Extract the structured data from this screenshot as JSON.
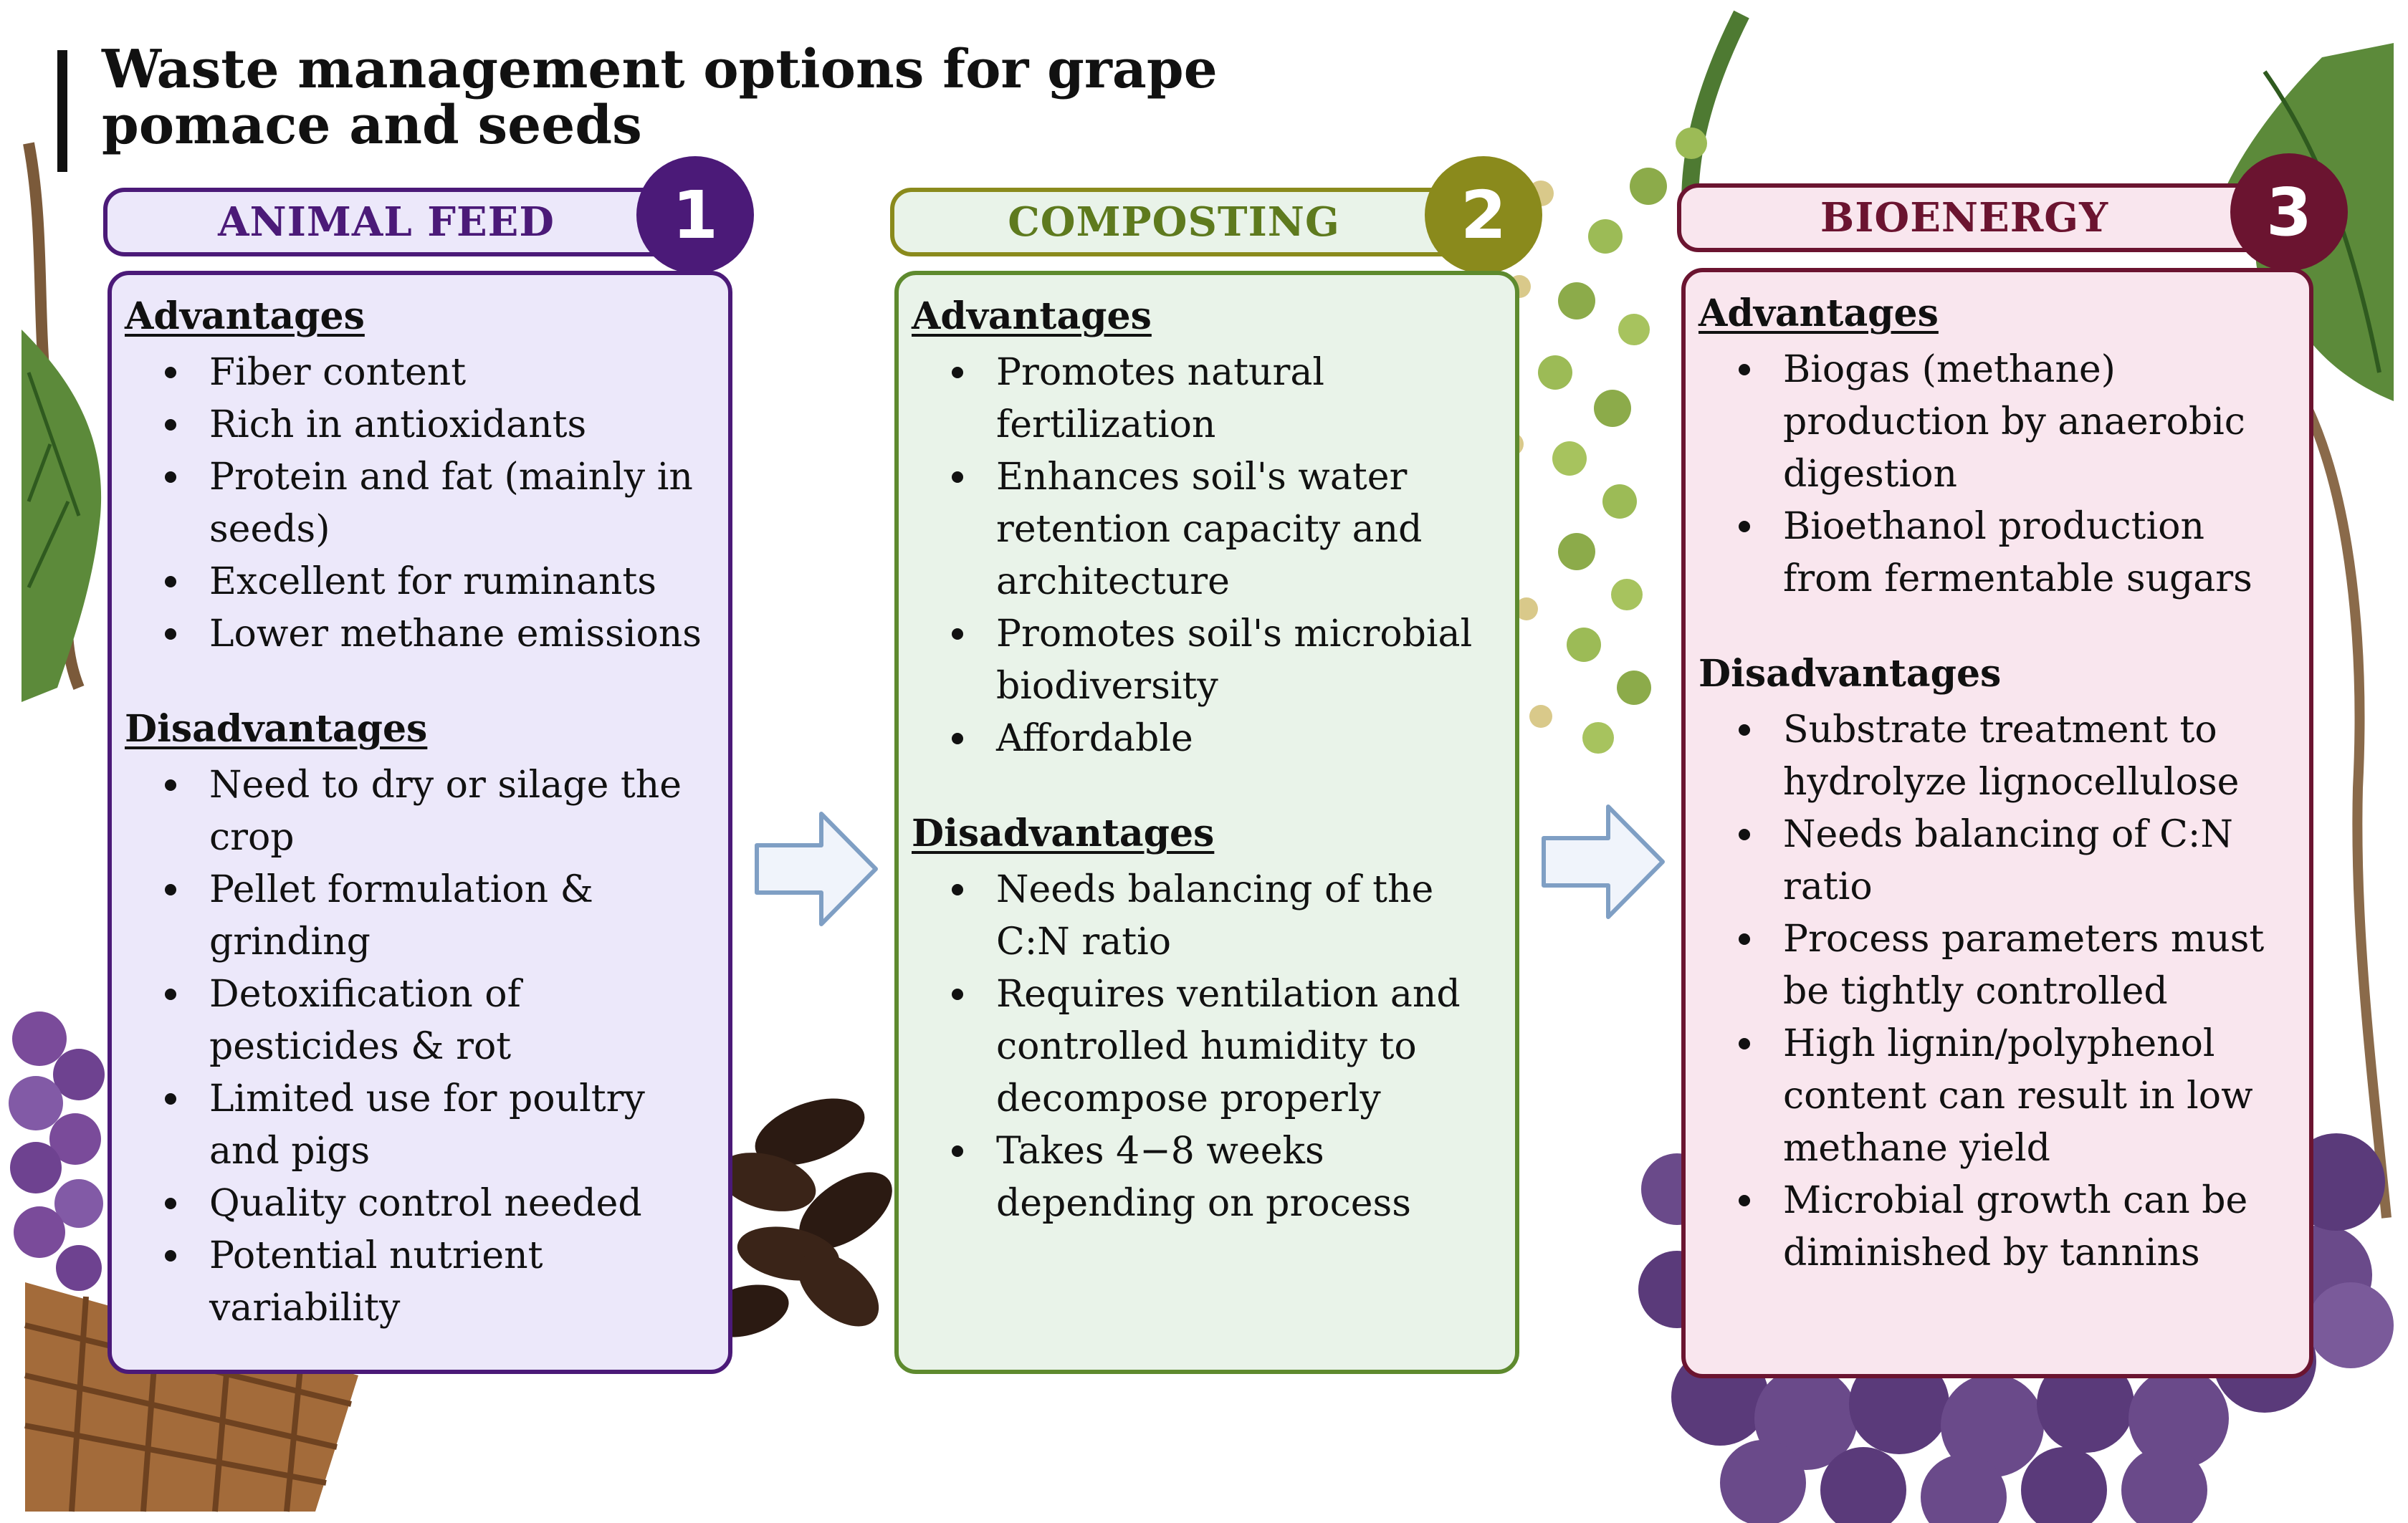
{
  "title": "Waste management options for grape pomace and seeds",
  "colors": {
    "animal_feed_accent": "#4b1a78",
    "animal_feed_fill": "#ece8fa",
    "composting_accent": "#8a8a1c",
    "composting_fill": "#e9f3e9",
    "bioenergy_accent": "#6b1430",
    "bioenergy_fill": "#f9e6ee"
  },
  "options": [
    {
      "number": "1",
      "name": "ANIMAL FEED",
      "advantages_title": "Advantages",
      "advantages": [
        "Fiber content",
        "Rich in antioxidants",
        "Protein and fat (mainly in seeds)",
        "Excellent for ruminants",
        "Lower methane emissions"
      ],
      "disadvantages_title": "Disadvantages",
      "disadvantages": [
        "Need to dry or silage the crop",
        "Pellet formulation & grinding",
        "Detoxification of pesticides & rot",
        "Limited use for poultry and pigs",
        "Quality control needed",
        "Potential nutrient variability"
      ]
    },
    {
      "number": "2",
      "name": "COMPOSTING",
      "advantages_title": "Advantages",
      "advantages": [
        "Promotes natural fertilization",
        "Enhances soil's water retention capacity and architecture",
        "Promotes soil's microbial biodiversity",
        "Affordable"
      ],
      "disadvantages_title": "Disadvantages",
      "disadvantages": [
        "Needs balancing of the C:N ratio",
        "Requires ventilation and controlled humidity to decompose properly",
        "Takes 4−8 weeks depending on process"
      ]
    },
    {
      "number": "3",
      "name": "BIOENERGY",
      "advantages_title": "Advantages",
      "advantages": [
        "Biogas (methane) production by anaerobic digestion",
        "Bioethanol production from fermentable sugars"
      ],
      "disadvantages_title": "Disadvantages",
      "disadvantages": [
        "Substrate treatment to hydrolyze lignocellulose",
        "Needs balancing of C:N ratio",
        "Process parameters must be tightly controlled",
        "High lignin/polyphenol content can result in low methane yield",
        "Microbial growth can be diminished by tannins"
      ]
    }
  ],
  "decorations": [
    "grape-vine-illustration",
    "grape-flower-illustration",
    "grape-bunch-illustration",
    "grape-seeds-illustration",
    "basket-illustration"
  ]
}
